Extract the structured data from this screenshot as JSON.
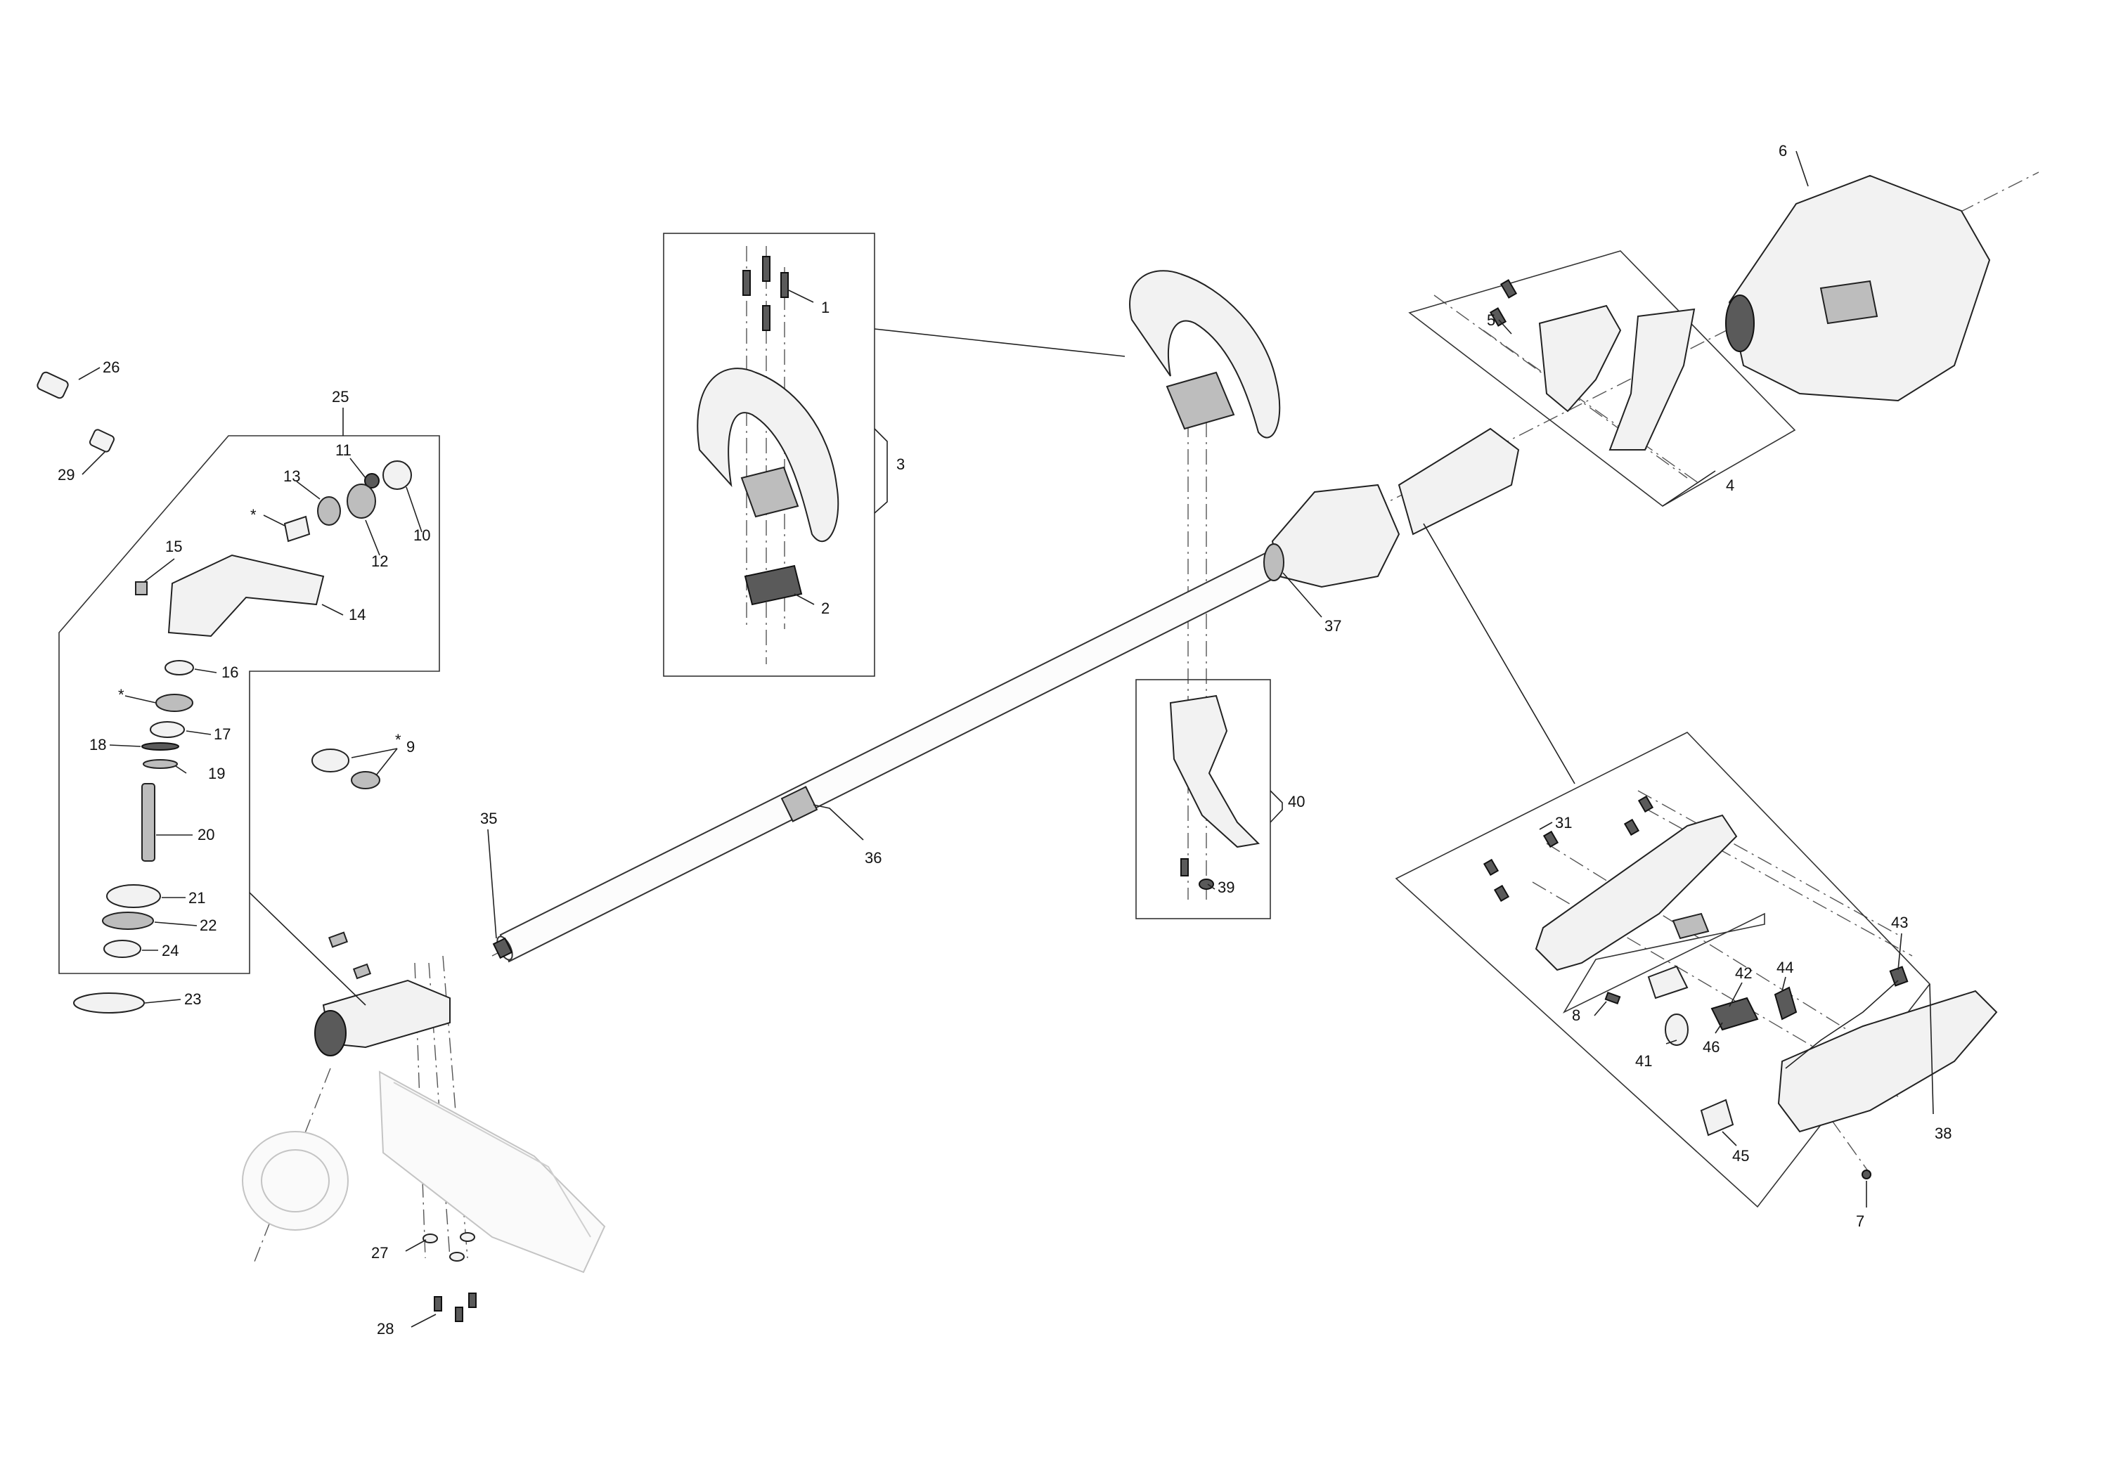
{
  "diagram": {
    "callouts": [
      {
        "id": "c1",
        "label": "1"
      },
      {
        "id": "c2",
        "label": "2"
      },
      {
        "id": "c3",
        "label": "3"
      },
      {
        "id": "c4",
        "label": "4"
      },
      {
        "id": "c5",
        "label": "5"
      },
      {
        "id": "c6",
        "label": "6"
      },
      {
        "id": "c7",
        "label": "7"
      },
      {
        "id": "c8",
        "label": "8"
      },
      {
        "id": "c9",
        "label": "9"
      },
      {
        "id": "c9star",
        "label": "*"
      },
      {
        "id": "c10",
        "label": "10"
      },
      {
        "id": "c11",
        "label": "11"
      },
      {
        "id": "c12",
        "label": "12"
      },
      {
        "id": "c13",
        "label": "13"
      },
      {
        "id": "c13star",
        "label": "*"
      },
      {
        "id": "c14",
        "label": "14"
      },
      {
        "id": "c15",
        "label": "15"
      },
      {
        "id": "c16",
        "label": "16"
      },
      {
        "id": "c17",
        "label": "17"
      },
      {
        "id": "c17star",
        "label": "*"
      },
      {
        "id": "c18",
        "label": "18"
      },
      {
        "id": "c19",
        "label": "19"
      },
      {
        "id": "c20",
        "label": "20"
      },
      {
        "id": "c21",
        "label": "21"
      },
      {
        "id": "c22",
        "label": "22"
      },
      {
        "id": "c23",
        "label": "23"
      },
      {
        "id": "c24",
        "label": "24"
      },
      {
        "id": "c25",
        "label": "25"
      },
      {
        "id": "c26",
        "label": "26"
      },
      {
        "id": "c27",
        "label": "27"
      },
      {
        "id": "c28",
        "label": "28"
      },
      {
        "id": "c29",
        "label": "29"
      },
      {
        "id": "c31",
        "label": "31"
      },
      {
        "id": "c35",
        "label": "35"
      },
      {
        "id": "c36",
        "label": "36"
      },
      {
        "id": "c37",
        "label": "37"
      },
      {
        "id": "c38",
        "label": "38"
      },
      {
        "id": "c39",
        "label": "39"
      },
      {
        "id": "c40",
        "label": "40"
      },
      {
        "id": "c41",
        "label": "41"
      },
      {
        "id": "c42",
        "label": "42"
      },
      {
        "id": "c43",
        "label": "43"
      },
      {
        "id": "c44",
        "label": "44"
      },
      {
        "id": "c45",
        "label": "45"
      },
      {
        "id": "c46",
        "label": "46"
      }
    ]
  }
}
